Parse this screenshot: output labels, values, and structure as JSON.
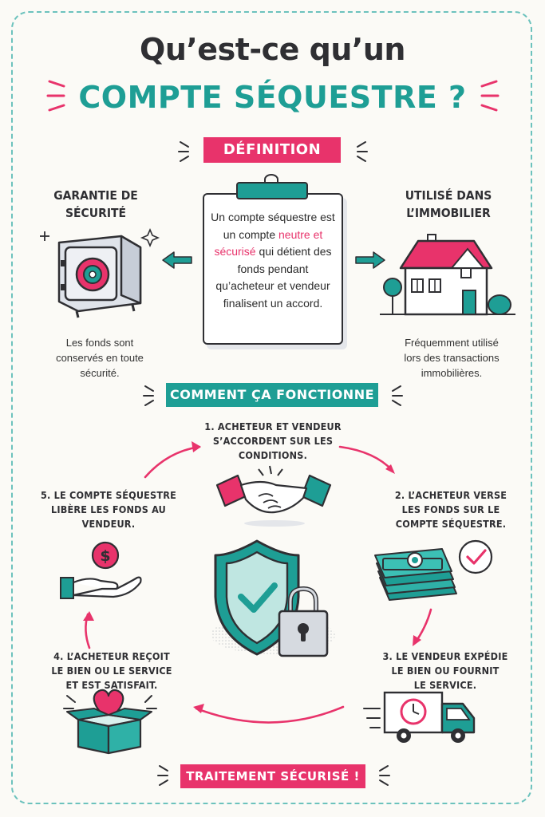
{
  "title": {
    "line1": "Qu’est-ce qu’un",
    "line2": "COMPTE SÉQUESTRE ?"
  },
  "definition": {
    "ribbon": "DÉFINITION",
    "text_before": "Un compte séquestre est un compte",
    "text_highlight": "neutre et sécurisé",
    "text_after": "qui détient des fonds pendant qu’acheteur et vendeur finalisent un accord."
  },
  "left_panel": {
    "title_line1": "GARANTIE DE",
    "title_line2": "SÉCURITÉ",
    "text_line1": "Les fonds sont",
    "text_line2": "conservés en toute",
    "text_line3": "sécurité.",
    "icon": "safe-icon"
  },
  "right_panel": {
    "title_line1": "UTILISÉ DANS",
    "title_line2": "L’IMMOBILIER",
    "text_line1": "Fréquemment utilisé",
    "text_line2": "lors des transactions",
    "text_line3": "immobilières.",
    "icon": "house-icon"
  },
  "how": {
    "ribbon": "COMMENT ÇA FONCTIONNE",
    "steps": [
      {
        "l1": "1. ACHETEUR ET VENDEUR",
        "l2": "S’ACCORDENT SUR LES",
        "l3": "CONDITIONS.",
        "icon": "handshake-icon"
      },
      {
        "l1": "2. L’ACHETEUR VERSE",
        "l2": "LES FONDS SUR LE",
        "l3": "COMPTE SÉQUESTRE.",
        "icon": "money-check-icon"
      },
      {
        "l1": "3. LE VENDEUR EXPÉDIE",
        "l2": "LE BIEN OU FOURNIT",
        "l3": "LE SERVICE.",
        "icon": "delivery-truck-icon"
      },
      {
        "l1": "4. L’ACHETEUR REÇOIT",
        "l2": "LE BIEN OU LE SERVICE",
        "l3": "ET EST SATISFAIT.",
        "icon": "gift-box-heart-icon"
      },
      {
        "l1": "5. LE COMPTE SÉQUESTRE",
        "l2": "LIBÈRE LES FONDS AU",
        "l3": "VENDEUR.",
        "icon": "hand-coin-icon"
      }
    ],
    "center_icon": "shield-lock-icon"
  },
  "footer": {
    "ribbon": "TRAITEMENT SÉCURISÉ !"
  },
  "colors": {
    "teal": "#1e9e95",
    "pink": "#e8336b",
    "ink": "#2f2f33",
    "background": "#fbfaf6"
  }
}
